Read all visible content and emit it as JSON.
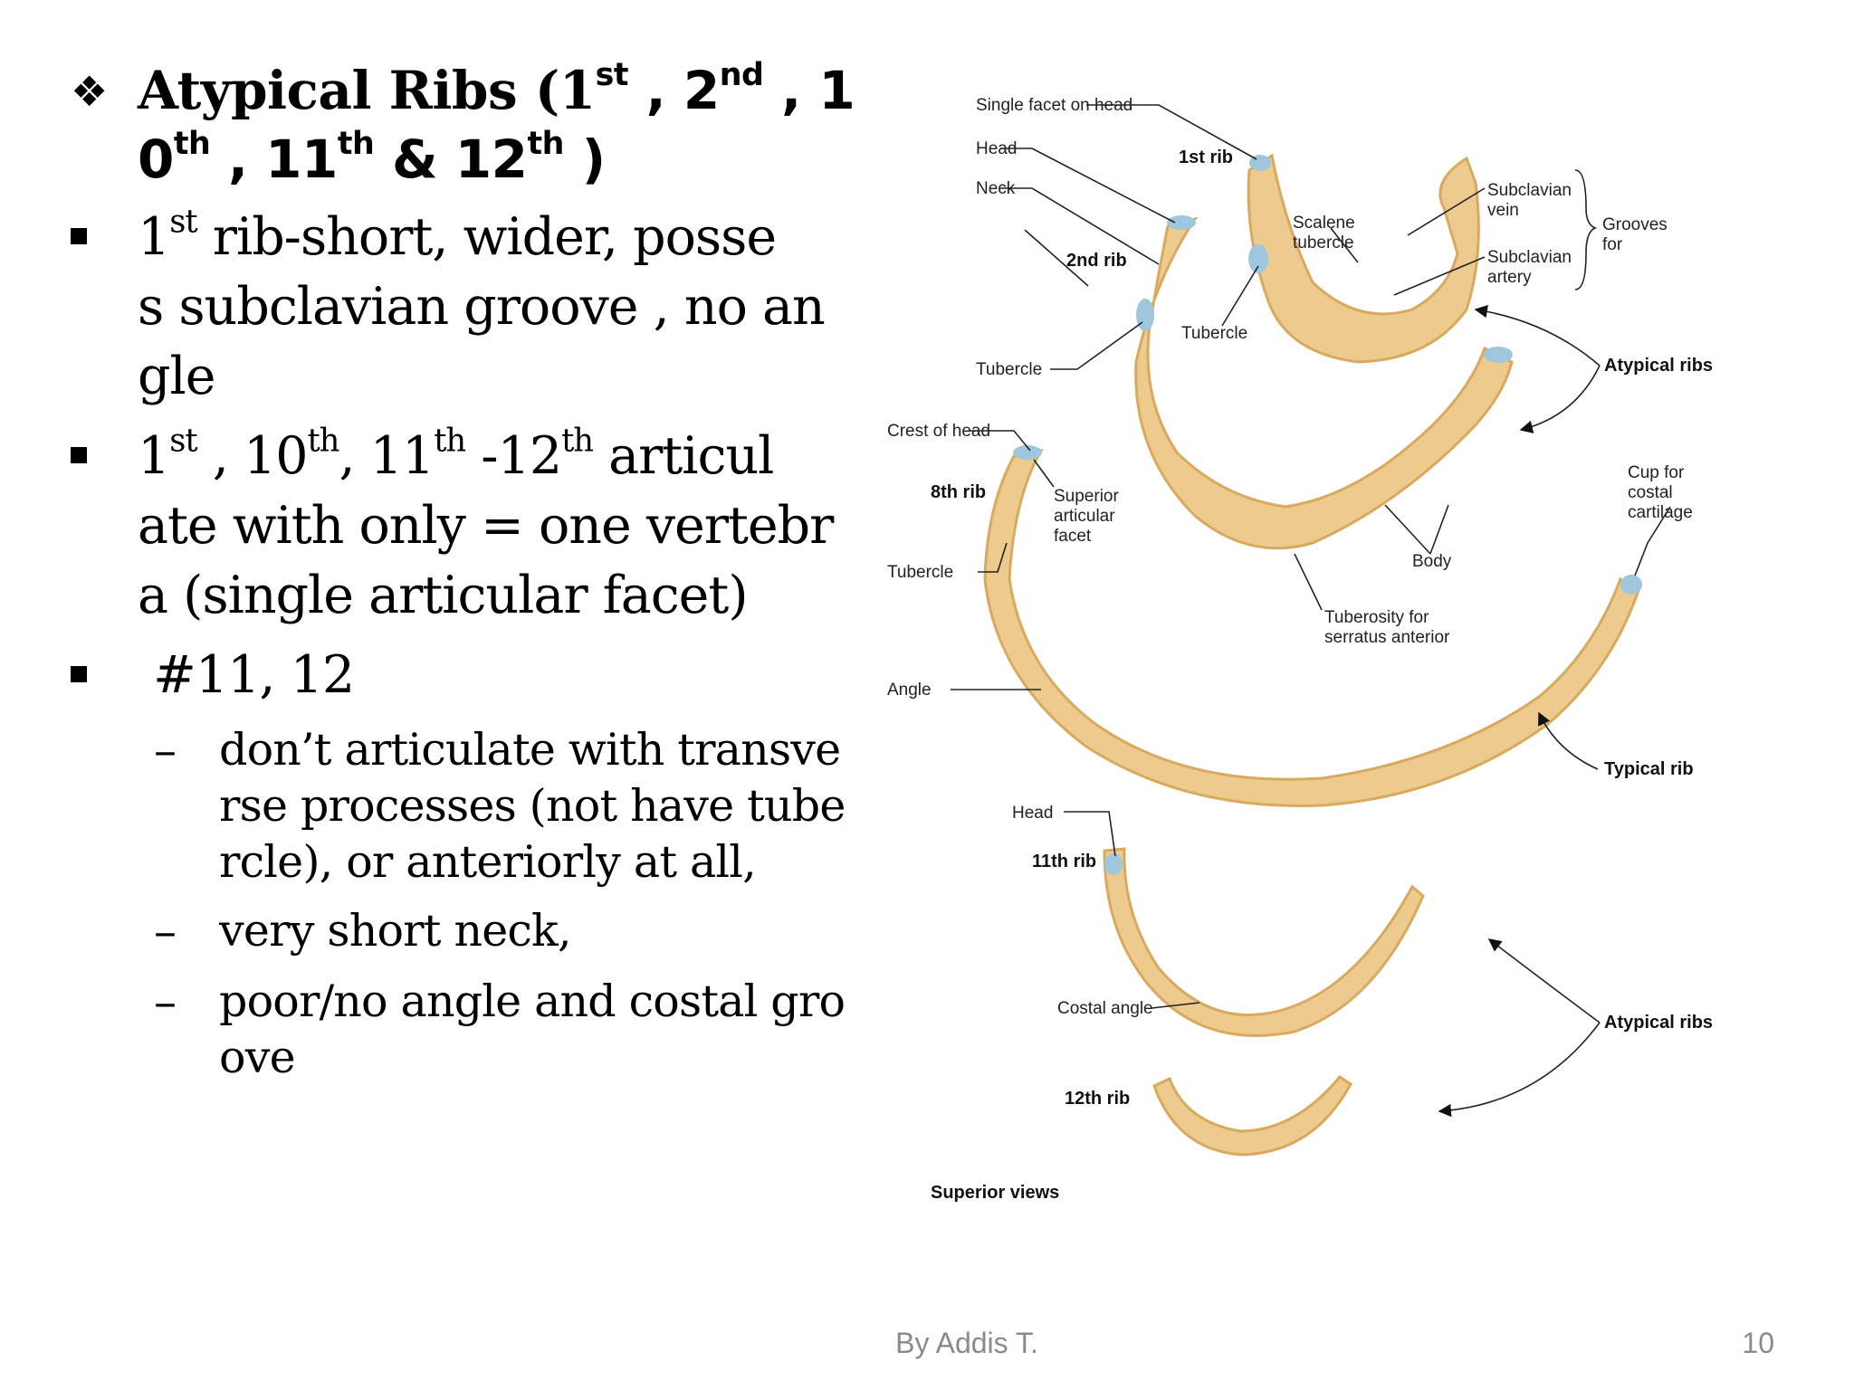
{
  "heading": {
    "bullet_icon": "diamond-4-bullet-icon",
    "parts": {
      "w1": "Atypical Ribs (1",
      "s1": "st",
      "p2": " , 2",
      "s2": "nd",
      "p3": " , 1",
      "p4": "0",
      "s4": "th",
      "p5": " , 11",
      "s5": "th",
      "p6": "  & 12",
      "s6": "th",
      "p7": " )"
    }
  },
  "bullets": [
    {
      "lines": [
        "rib-short,  wider, posse",
        "s subclavian groove , no an",
        "gle"
      ],
      "first_prefix": " 1",
      "first_sup": "st"
    },
    {
      "lines": [
        "ate with only = one vertebr",
        "a (single articular facet)"
      ],
      "seg": [
        " 1",
        "st",
        " , 10",
        "th",
        ", 11",
        "th",
        " -12",
        "th",
        "  articul"
      ]
    },
    {
      "lines": [
        " #11, 12"
      ]
    }
  ],
  "sub_bullets": [
    {
      "lines": [
        "don’t articulate with transve",
        "rse processes (not have tube",
        "rcle), or anteriorly at all,"
      ]
    },
    {
      "lines": [
        "very short neck,"
      ]
    },
    {
      "lines": [
        "poor/no angle and costal gro",
        "ove"
      ]
    }
  ],
  "figure": {
    "labels": {
      "single_facet": "Single facet on head",
      "head_top": "Head",
      "neck": "Neck",
      "rib1": "1st rib",
      "rib2": "2nd rib",
      "scalene_1": "Scalene",
      "scalene_2": "tubercle",
      "subclavian_vein_1": "Subclavian",
      "subclavian_vein_2": "vein",
      "subclavian_artery_1": "Subclavian",
      "subclavian_artery_2": "artery",
      "grooves_1": "Grooves",
      "grooves_2": "for",
      "tubercle_1st": "Tubercle",
      "tubercle_2nd": "Tubercle",
      "atypical_top": "Atypical ribs",
      "crest": "Crest of head",
      "rib8": "8th rib",
      "sup_art_1": "Superior",
      "sup_art_2": "articular",
      "sup_art_3": "facet",
      "tubercle_8th": "Tubercle",
      "cup_1": "Cup for",
      "cup_2": "costal",
      "cup_3": "cartilage",
      "body": "Body",
      "tuberosity_1": "Tuberosity for",
      "tuberosity_2": "serratus anterior",
      "angle": "Angle",
      "typical": "Typical rib",
      "head_11": "Head",
      "rib11": "11th rib",
      "costal_angle": "Costal angle",
      "atypical_bottom": "Atypical ribs",
      "rib12": "12th rib",
      "superior_views": "Superior views"
    },
    "colors": {
      "bone": "#EDCB8E",
      "bone_shade": "#D9A95E",
      "cartilage": "#9FC6DC"
    }
  },
  "footer": {
    "author": "By Addis T.",
    "page_number": "10"
  }
}
